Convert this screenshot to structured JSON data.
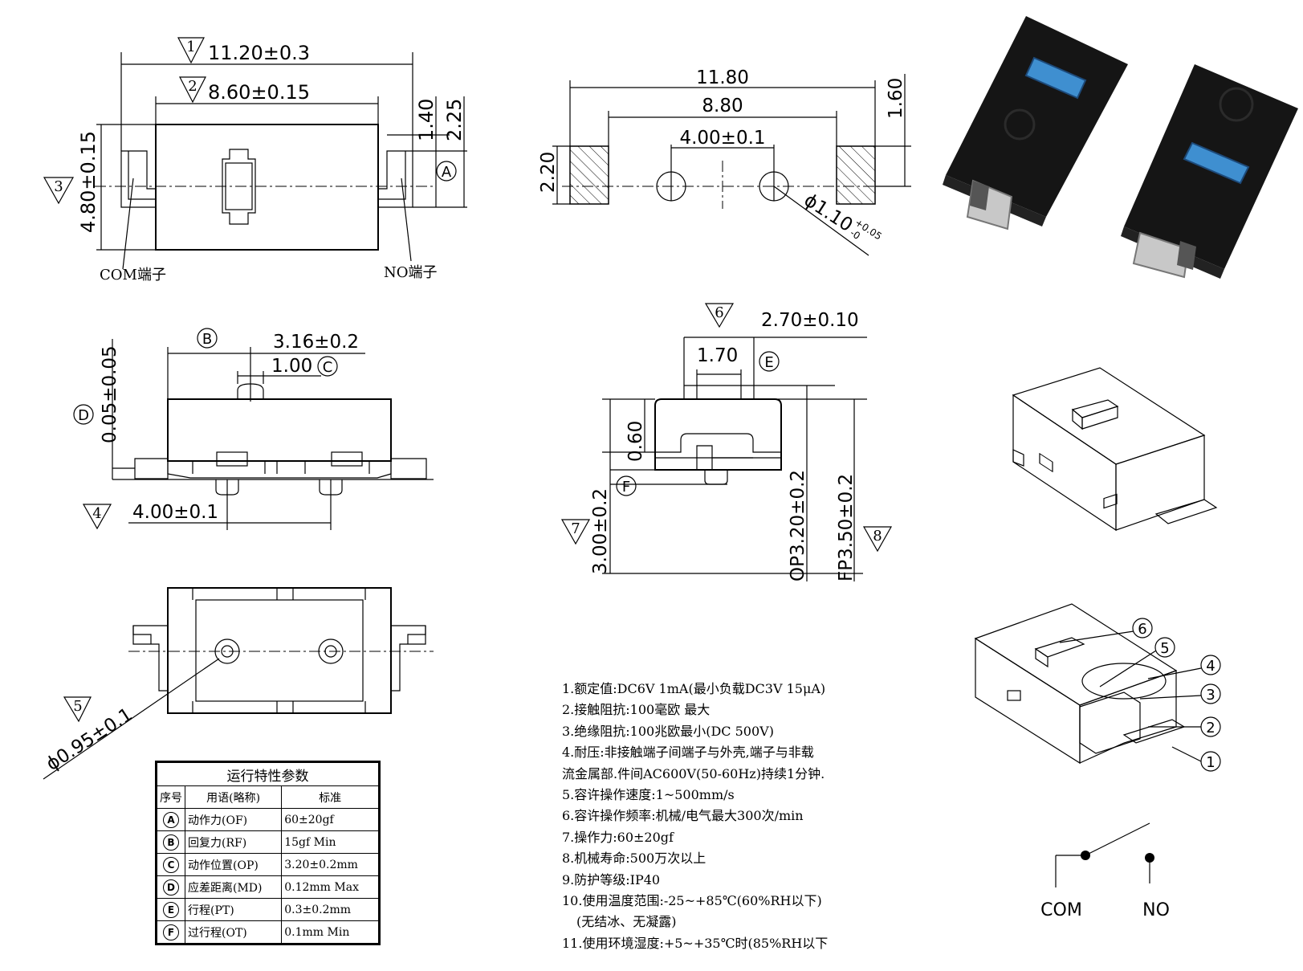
{
  "top_view": {
    "dim_overall": "11.20±0.3",
    "dim_overall_mark": "1",
    "dim_body": "8.60±0.15",
    "dim_body_mark": "2",
    "dim_height": "4.80±0.15",
    "dim_height_mark": "3",
    "dim_right_1": "1.40",
    "dim_right_2": "2.25",
    "label_com": "COM端子",
    "label_no": "NO端子",
    "marker_a": "A"
  },
  "side_view": {
    "marker_b": "B",
    "dim_b": "3.16±0.2",
    "dim_c": "1.00",
    "marker_c": "C",
    "marker_d": "D",
    "dim_d": "0.05±0.05",
    "dim_pitch": "4.00±0.1",
    "dim_pitch_mark": "4"
  },
  "bottom_view": {
    "dim_hole": "ϕ0.95±0.1",
    "dim_hole_mark": "5"
  },
  "pcb_layout": {
    "dim_overall": "11.80",
    "dim_inner": "8.80",
    "dim_pitch": "4.00±0.1",
    "dim_pad_h": "2.20",
    "dim_pad_w": "1.60",
    "dim_hole": "ϕ1.10",
    "dim_hole_tol_upper": "+0.05",
    "dim_hole_tol_lower": "-0"
  },
  "end_view": {
    "mark_6": "6",
    "dim_top": "2.70±0.10",
    "dim_1_70": "1.70",
    "marker_e": "E",
    "dim_0_60": "0.60",
    "marker_f": "F",
    "dim_3_00": "3.00±0.2",
    "mark_7": "7",
    "dim_op": "OP3.20±0.2",
    "dim_fp": "FP3.50±0.2",
    "mark_8": "8"
  },
  "spec_table": {
    "caption": "运行特性参数",
    "headers": [
      "序号",
      "用语(略称)",
      "标准"
    ],
    "rows": [
      {
        "mark": "A",
        "term": "动作力(OF)",
        "value": "60±20gf"
      },
      {
        "mark": "B",
        "term": "回复力(RF)",
        "value": "15gf Min"
      },
      {
        "mark": "C",
        "term": "动作位置(OP)",
        "value": "3.20±0.2mm"
      },
      {
        "mark": "D",
        "term": "应差距离(MD)",
        "value": "0.12mm Max"
      },
      {
        "mark": "E",
        "term": "行程(PT)",
        "value": "0.3±0.2mm"
      },
      {
        "mark": "F",
        "term": "过行程(OT)",
        "value": "0.1mm Min"
      }
    ]
  },
  "notes": [
    "1.额定值:DC6V 1mA(最小负载DC3V 15μA)",
    "2.接触阻抗:100毫欧 最大",
    "3.绝缘阻抗:100兆欧最小(DC 500V)",
    "4.耐压:非接触端子间端子与外壳,端子与非载",
    "流金属部.件间AC600V(50-60Hz)持续1分钟.",
    "5.容许操作速度:1~500mm/s",
    "6.容许操作频率:机械/电气最大300次/min",
    "7.操作力:60±20gf",
    "8.机械寿命:500万次以上",
    "9.防护等级:IP40",
    "10.使用温度范围:-25~+85℃(60%RH以下)",
    "(无结冰、无凝露)",
    "11.使用环境湿度:+5~+35℃时(85%RH以下"
  ],
  "exploded_callouts": [
    "6",
    "5",
    "4",
    "3",
    "2",
    "1"
  ],
  "schematic": {
    "com": "COM",
    "no": "NO"
  },
  "colors": {
    "switch_body": "#151515",
    "actuator": "#3f8fd0",
    "terminal": "#c8c8c8"
  }
}
